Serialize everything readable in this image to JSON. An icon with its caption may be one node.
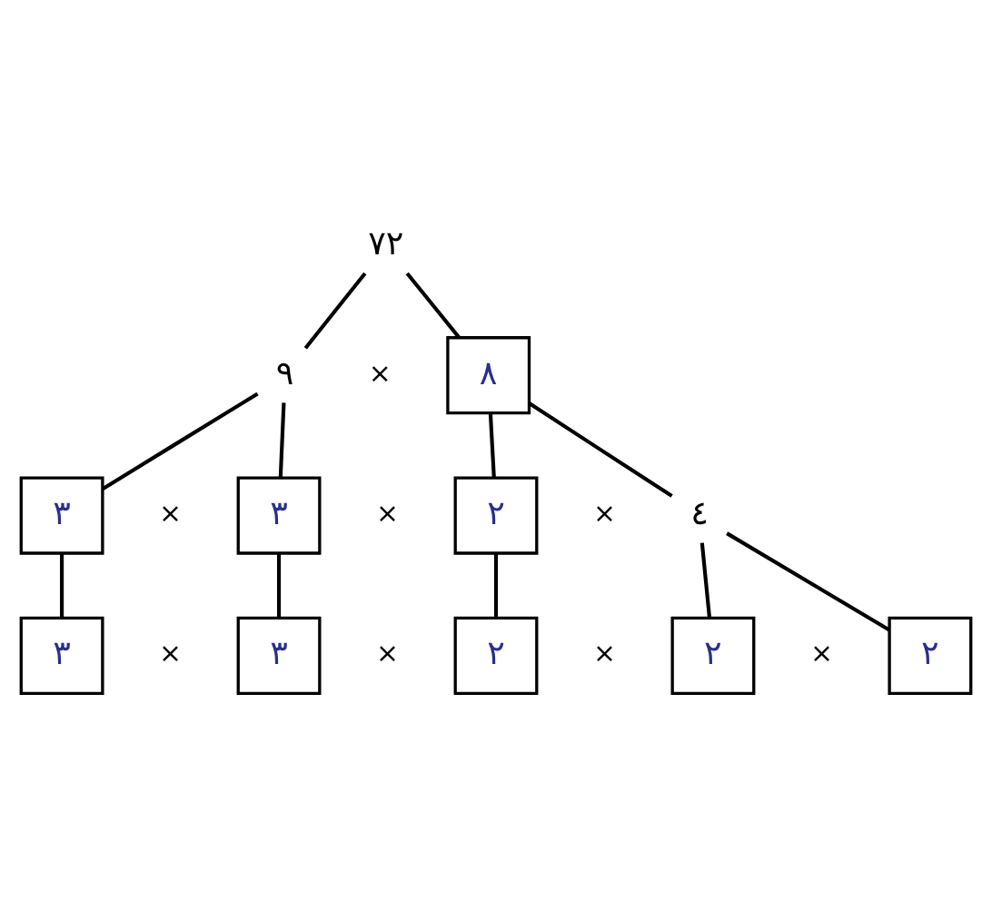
{
  "diagram": {
    "nodes": [
      {
        "text": [
          "٧٢"
        ]
      },
      {
        "text": [
          "٩"
        ]
      },
      {
        "text": [
          "٨"
        ]
      },
      {
        "text": [
          "٣"
        ]
      },
      {
        "text": [
          "٣"
        ]
      },
      {
        "text": [
          "٢"
        ]
      },
      {
        "text": [
          "٤"
        ]
      },
      {
        "text": [
          "٣"
        ]
      },
      {
        "text": [
          "٣"
        ]
      },
      {
        "text": [
          "٢"
        ]
      },
      {
        "text": [
          "٢"
        ]
      },
      {
        "text": [
          "٢"
        ]
      }
    ],
    "edges": [
      {
        "from": 0,
        "to": 1,
        "arrow": "none"
      },
      {
        "from": 0,
        "to": 2,
        "arrow": "none"
      },
      {
        "from": 1,
        "to": 3,
        "arrow": "none"
      },
      {
        "from": 1,
        "to": 4,
        "arrow": "none"
      },
      {
        "from": 2,
        "to": 5,
        "arrow": "none"
      },
      {
        "from": 2,
        "to": 6,
        "arrow": "none"
      },
      {
        "from": 3,
        "to": 7,
        "arrow": "none"
      },
      {
        "from": 4,
        "to": 8,
        "arrow": "none"
      },
      {
        "from": 5,
        "to": 9,
        "arrow": "none"
      },
      {
        "from": 6,
        "to": 10,
        "arrow": "none"
      },
      {
        "from": 6,
        "to": 11,
        "arrow": "none"
      }
    ],
    "labels": [
      "×",
      "×",
      "×",
      "×",
      "×",
      "×",
      "×",
      "×"
    ]
  }
}
